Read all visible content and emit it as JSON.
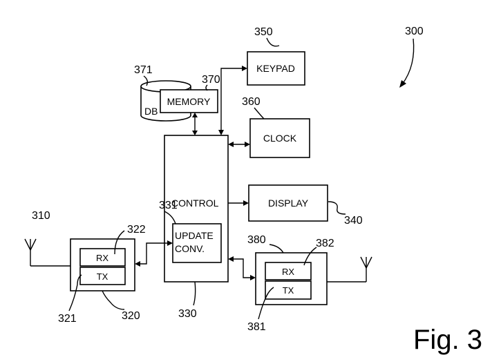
{
  "figure": {
    "caption": "Fig. 3",
    "device_ref": "300"
  },
  "blocks": {
    "control": {
      "label": "CONTROL",
      "ref": "330"
    },
    "update_conv": {
      "label_line1": "UPDATE",
      "label_line2": "CONV.",
      "ref": "331"
    },
    "memory": {
      "label": "MEMORY",
      "ref": "370"
    },
    "db": {
      "label": "DB",
      "ref": "371"
    },
    "keypad": {
      "label": "KEYPAD",
      "ref": "350"
    },
    "clock": {
      "label": "CLOCK",
      "ref": "360"
    },
    "display": {
      "label": "DISPLAY",
      "ref": "340"
    },
    "transceiver_left": {
      "ref": "320",
      "rx_label": "RX",
      "tx_label": "TX",
      "rx_ref": "322",
      "tx_ref": "321"
    },
    "transceiver_right": {
      "ref": "380",
      "rx_label": "RX",
      "tx_label": "TX",
      "rx_ref": "382",
      "tx_ref": "381"
    },
    "antenna_left": {
      "ref": "310"
    }
  }
}
